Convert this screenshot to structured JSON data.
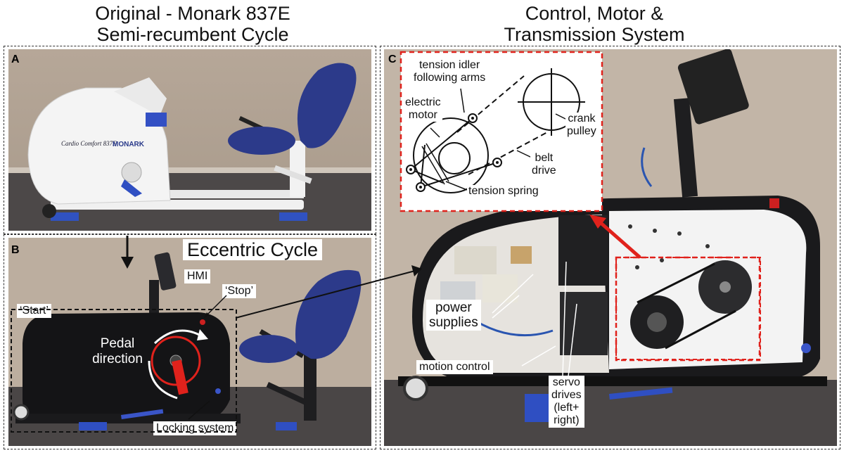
{
  "headings": {
    "original_line1": "Original - Monark 837E",
    "original_line2": "Semi-recumbent Cycle",
    "control_line1": "Control, Motor &",
    "control_line2": "Transmission System"
  },
  "panels": {
    "a_letter": "A",
    "b_letter": "B",
    "c_letter": "C",
    "eccentric_title": "Eccentric Cycle"
  },
  "bike_text": {
    "brand_script": "Cardio Comfort 837E",
    "brand_name": "MONARK"
  },
  "labels_b": {
    "hmi": "HMI",
    "stop": "‘Stop’",
    "start": "‘Start’",
    "pedal_line1": "Pedal",
    "pedal_line2": "direction",
    "locking": "Locking system"
  },
  "labels_c": {
    "tension_idler_line1": "tension idler",
    "tension_idler_line2": "following arms",
    "electric_motor_line1": "electric",
    "electric_motor_line2": "motor",
    "crank_pulley_line1": "crank",
    "crank_pulley_line2": "pulley",
    "belt_drive_line1": "belt",
    "belt_drive_line2": "drive",
    "tension_spring": "tension spring",
    "power_line1": "power",
    "power_line2": "supplies",
    "motion_control": "motion control",
    "servo_line1": "servo",
    "servo_line2": "drives",
    "servo_line3": "(left+",
    "servo_line4": "right)"
  },
  "colors": {
    "wall": "#b9ab9c",
    "floor": "#4a4646",
    "bike_black": "#141416",
    "seat_blue": "#2c3a8a",
    "highlight_red": "#e0221c",
    "bike_white": "#f2f2f2"
  }
}
